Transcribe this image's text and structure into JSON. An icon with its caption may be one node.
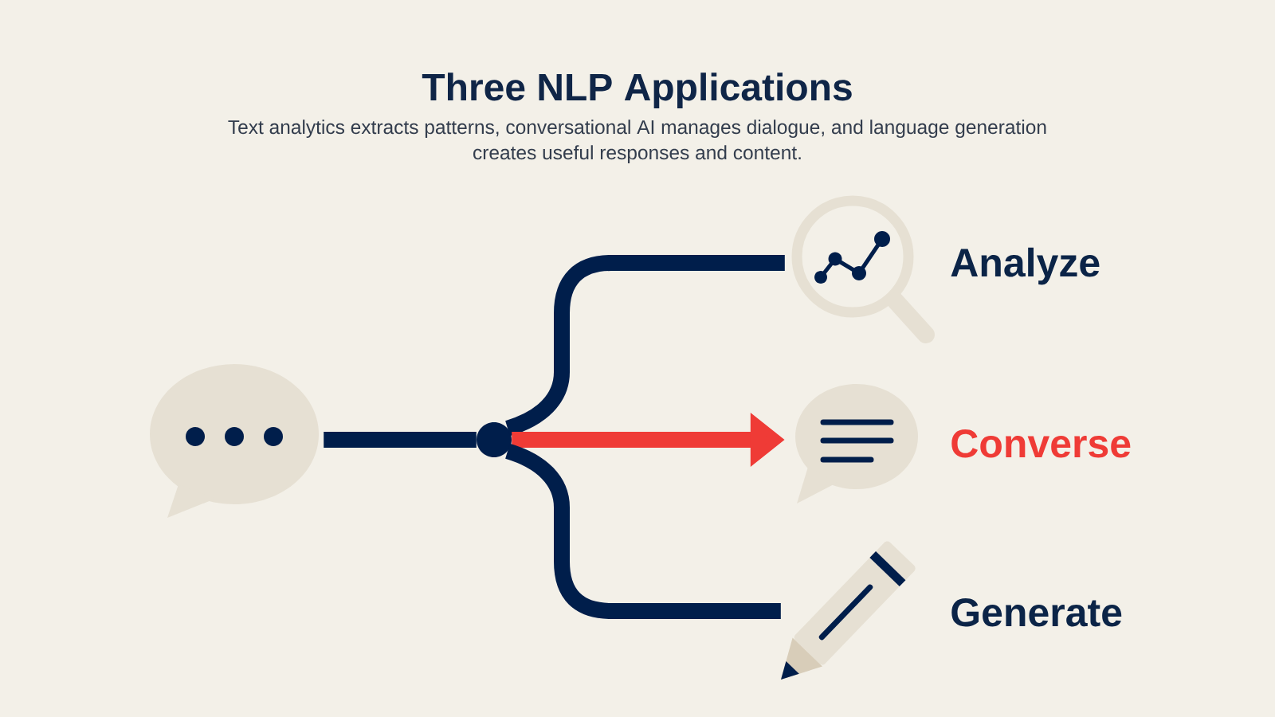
{
  "diagram": {
    "title": "Three NLP Applications",
    "caption": "Text analytics extracts patterns, conversational AI manages dialogue, and language generation creates useful responses and content.",
    "nodes": [
      {
        "text": [],
        "shape": "picture"
      },
      {
        "text": [],
        "shape": "circle"
      },
      {
        "text": [],
        "shape": "picture",
        "beside": [
          "Analyze"
        ]
      },
      {
        "text": [],
        "shape": "picture",
        "beside": [
          "Converse"
        ]
      },
      {
        "text": [],
        "shape": "picture",
        "beside": [
          "Generate"
        ]
      }
    ],
    "edges": [
      {
        "from": 0,
        "to": 1,
        "arrow": "none"
      },
      {
        "from": 1,
        "to": 2,
        "arrow": "none"
      },
      {
        "from": 1,
        "to": 3,
        "arrow": "to",
        "color": "#ef3b36"
      },
      {
        "from": 1,
        "to": 4,
        "arrow": "none"
      }
    ]
  }
}
